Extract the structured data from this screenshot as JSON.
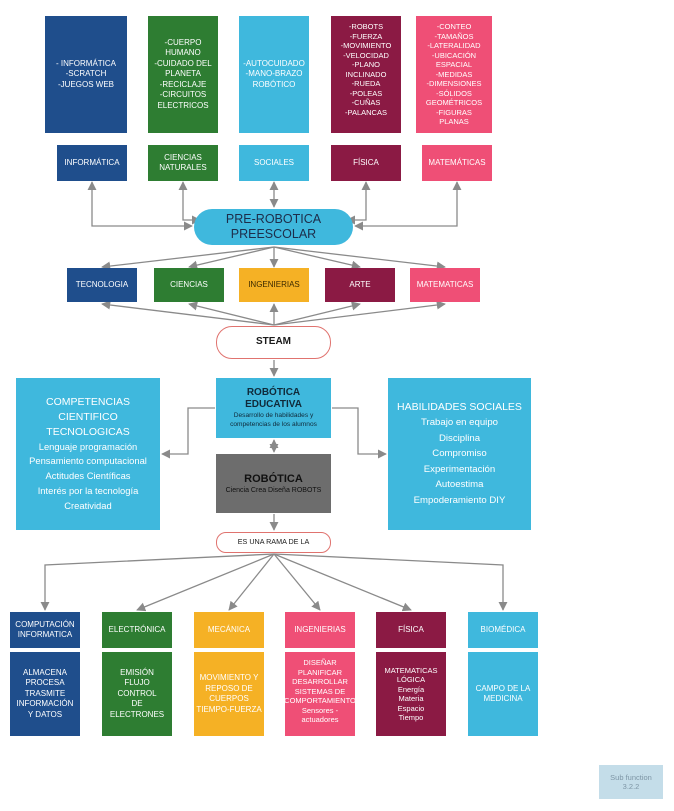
{
  "colors": {
    "blue_dark": "#1f4e8c",
    "green": "#2e7d32",
    "cyan": "#3fb8dd",
    "maroon": "#8b1a44",
    "pink": "#ef4f76",
    "orange": "#f5b125",
    "gray": "#6d6d6d",
    "arrow": "#8a8a8a"
  },
  "top_details": [
    [
      "- INFORMÁTICA",
      "-SCRATCH",
      "-JUEGOS WEB"
    ],
    [
      "-CUERPO",
      "HUMANO",
      "-CUIDADO DEL",
      "PLANETA",
      "-RECICLAJE",
      "-CIRCUITOS",
      "ELECTRICOS"
    ],
    [
      "-AUTOCUIDADO",
      "-MANO-BRAZO",
      "ROBÓTICO"
    ],
    [
      "-ROBOTS",
      "-FUERZA",
      "-MOVIMIENTO",
      "-VELOCIDAD",
      "-PLANO",
      "INCLINADO",
      "-RUEDA",
      "-POLEAS",
      "-CUÑAS",
      "-PALANCAS"
    ],
    [
      "-CONTEO",
      "-TAMAÑOS",
      "-LATERALIDAD",
      "-UBICACIÓN",
      "ESPACIAL",
      "-MEDIDAS",
      "-DIMENSIONES",
      "-SÓLIDOS",
      "GEOMÉTRICOS",
      "-FIGURAS",
      "PLANAS"
    ]
  ],
  "top_labels": [
    [
      "INFORMÁTICA"
    ],
    [
      "CIENCIAS",
      "NATURALES"
    ],
    [
      "SOCIALES"
    ],
    [
      "FÍSICA"
    ],
    [
      "MATEMÁTICAS"
    ]
  ],
  "pre_robotica": [
    "PRE-ROBOTICA",
    "PREESCOLAR"
  ],
  "steam_items": [
    "TECNOLOGIA",
    "CIENCIAS",
    "INGENIERIAS",
    "ARTE",
    "MATEMATICAS"
  ],
  "steam": "STEAM",
  "robotica_educativa": {
    "title": [
      "ROBÓTICA",
      "EDUCATIVA"
    ],
    "subtitle": [
      "Desarrollo de habilidades y",
      "competencias de los alumnos"
    ]
  },
  "competencias": [
    "COMPETENCIAS",
    "CIENTIFICO",
    "TECNOLOGICAS",
    "Lenguaje programación",
    "Pensamiento computacional",
    "Actitudes Científicas",
    "Interés por la tecnología",
    "Creatividad"
  ],
  "habilidades": [
    "HABILIDADES SOCIALES",
    "Trabajo en equipo",
    "Disciplina",
    "Compromiso",
    "Experimentación",
    "Autoestima",
    "Empoderamiento DIY"
  ],
  "robotica": {
    "title": "ROBÓTICA",
    "subtitle": "Ciencia Crea Diseña ROBOTS"
  },
  "rama": "ES UNA RAMA DE LA",
  "branches": [
    [
      "COMPUTACIÓN",
      "INFORMATICA"
    ],
    [
      "ELECTRÓNICA"
    ],
    [
      "MECÁNICA"
    ],
    [
      "INGENIERIAS"
    ],
    [
      "FÍSICA"
    ],
    [
      "BIOMÉDICA"
    ]
  ],
  "branch_details": [
    [
      "ALMACENA",
      "PROCESA",
      "TRASMITE",
      "INFORMACIÓN",
      "Y DATOS"
    ],
    [
      "EMISIÓN",
      "FLUJO",
      "CONTROL",
      "DE",
      "ELECTRONES"
    ],
    [
      "MOVIMIENTO Y",
      "REPOSO DE",
      "CUERPOS",
      "TIEMPO-FUERZA"
    ],
    [
      "DISEÑAR",
      "PLANIFICAR",
      "DESARROLLAR",
      "SISTEMAS DE",
      "COMPORTAMIENTO",
      "Sensores -",
      "actuadores"
    ],
    [
      "MATEMATICAS",
      "LÓGICA",
      "Energía",
      "Materia",
      "Espacio",
      "Tiempo"
    ],
    [
      "CAMPO DE LA",
      "MEDICINA"
    ]
  ],
  "sub_function": [
    "Sub function",
    "3.2.2"
  ]
}
